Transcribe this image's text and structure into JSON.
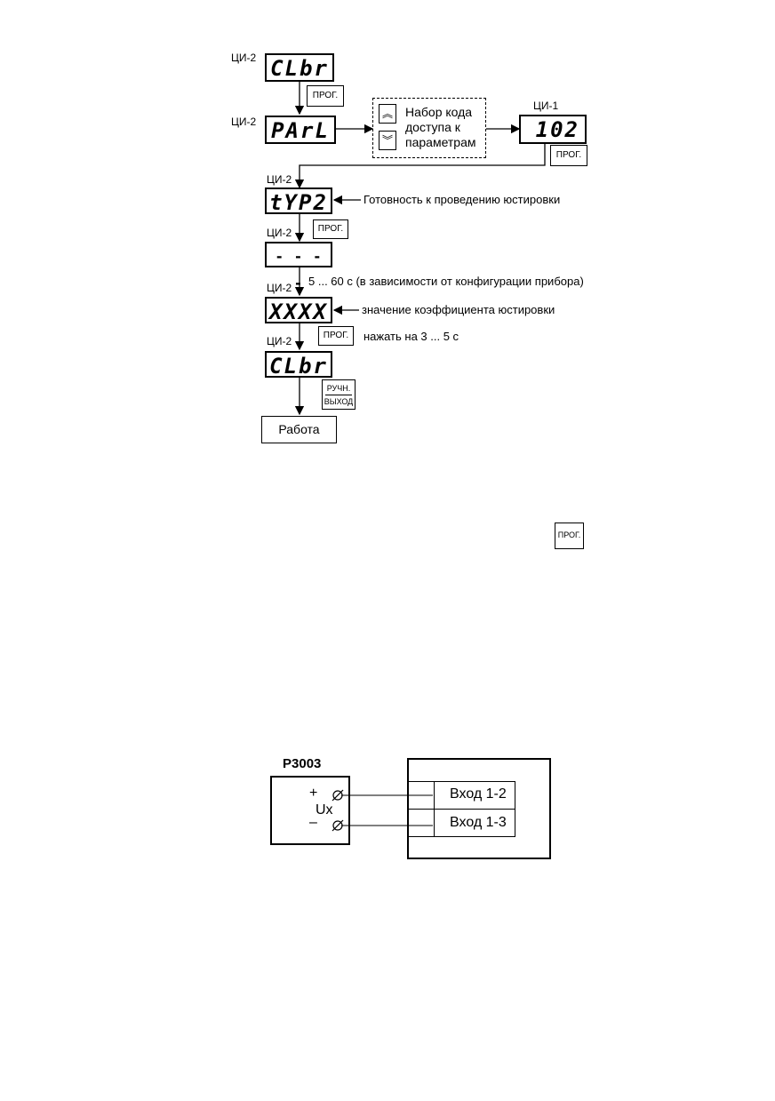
{
  "indicator_ci2": "ЦИ-2",
  "indicator_ci1": "ЦИ-1",
  "displays": {
    "clbr_top": "CLbr",
    "parl": "PArL",
    "code": "102",
    "typ2": "tYP2",
    "dashes": "- - - -",
    "xxxx": "XXXX",
    "clbr_bottom": "CLbr"
  },
  "keys": {
    "prog": "ПРОГ.",
    "manual_top": "РУЧН.",
    "manual_bottom": "ВЫХОД",
    "prog_standalone": "ПРОГ."
  },
  "access_box": {
    "line1": "Набор кода",
    "line2": "доступа к",
    "line3": "параметрам"
  },
  "notes": {
    "readiness": "Готовность к проведению юстировки",
    "timing": "5 ... 60 с (в зависимости от конфигурации прибора)",
    "coefficient": "значение коэффициента юстировки",
    "press": "нажать на 3 ... 5 с"
  },
  "work_box": "Работа",
  "wiring": {
    "source_label": "Р3003",
    "plus": "+",
    "minus": "–",
    "ux": "Ux",
    "input1": "Вход 1-2",
    "input2": "Вход 1-3"
  }
}
